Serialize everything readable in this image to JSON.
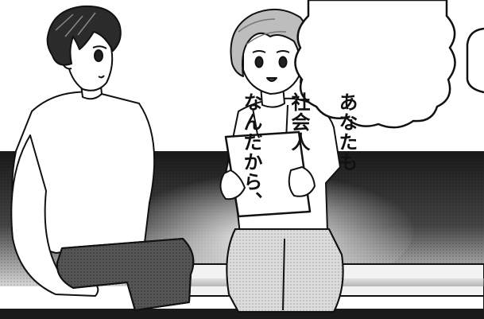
{
  "speech_bubble": {
    "lines": [
      "あなたも",
      "社会人",
      "なんだから、"
    ]
  },
  "colors": {
    "ink": "#111111",
    "paper": "#ffffff",
    "screentone": "#2a2a2a"
  }
}
